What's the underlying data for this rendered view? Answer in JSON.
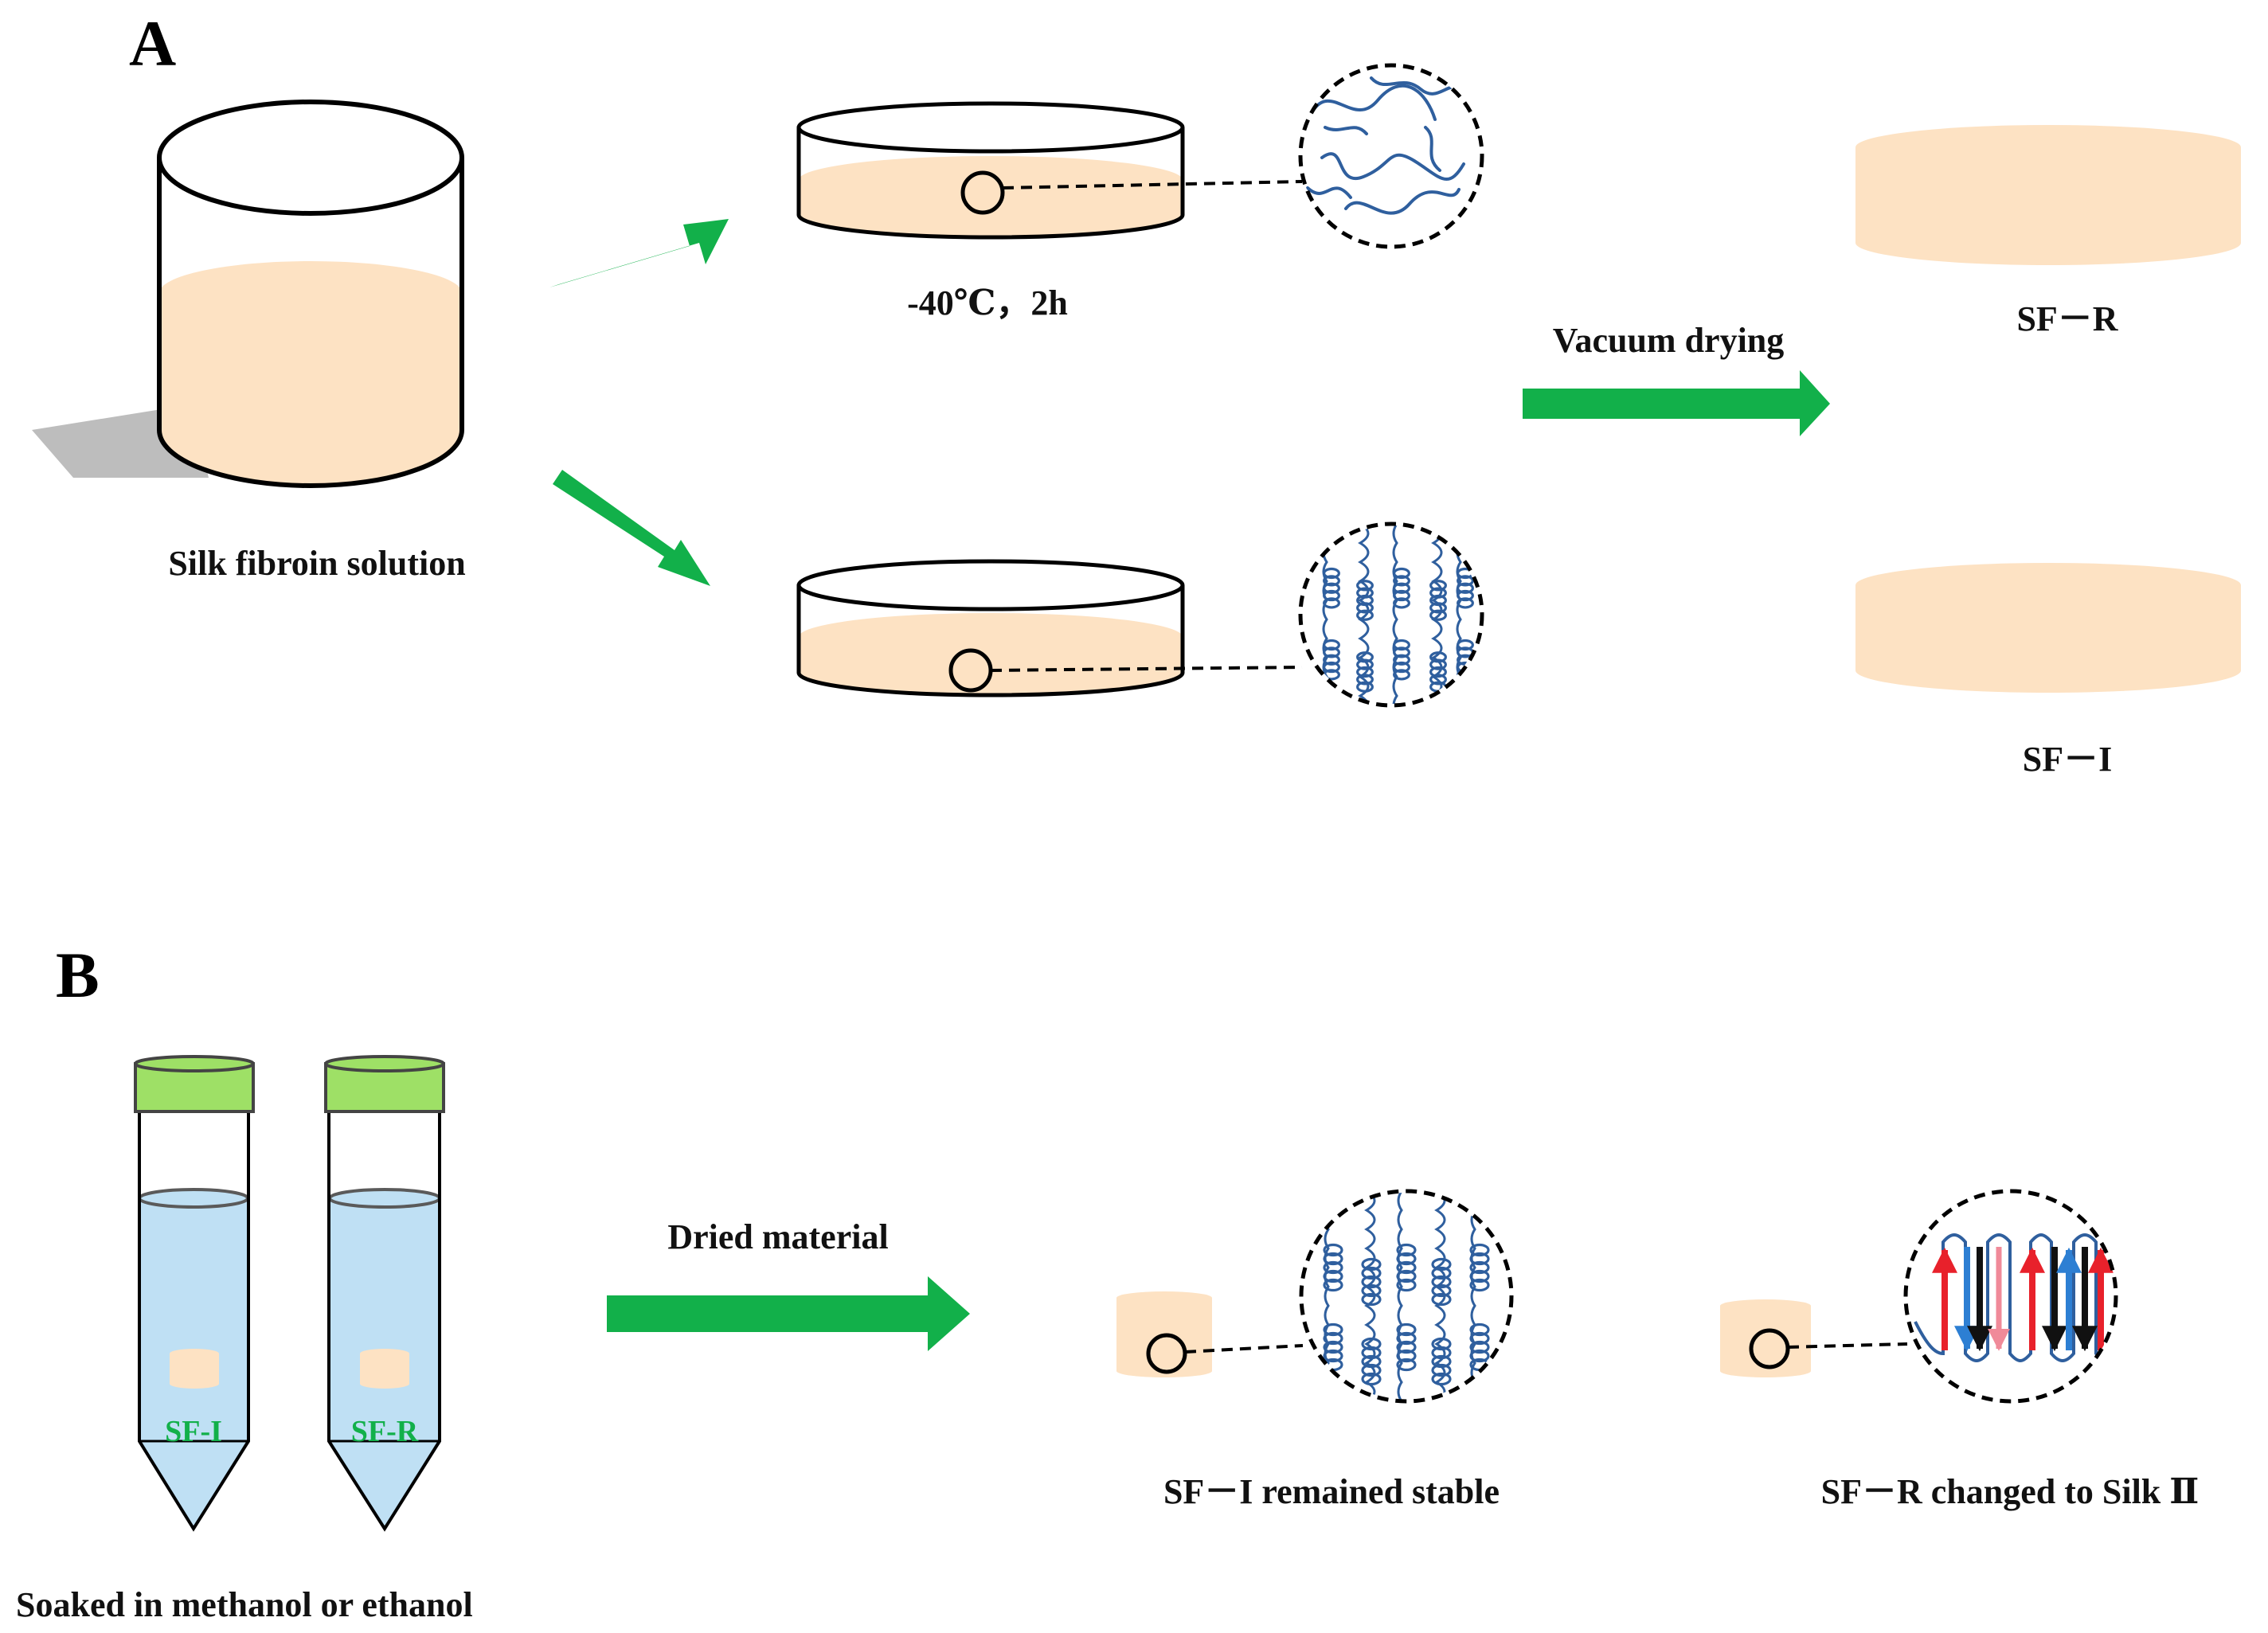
{
  "panels": {
    "a": {
      "letter": "A",
      "solution_label": "Silk fibroin solution",
      "freeze_label": "-40℃，2h",
      "arrow_label": "Vacuum drying",
      "product_top": "SF－R",
      "product_bottom": "SF－I"
    },
    "b": {
      "letter": "B",
      "tube_left_label": "SF-I",
      "tube_right_label": "SF-R",
      "soak_label": "Soaked in methanol or ethanol",
      "arrow_label": "Dried material",
      "result_left": "SF－I remained stable",
      "result_right": "SF－R changed to Silk Ⅱ"
    }
  },
  "colors": {
    "arrow": "#12b04a",
    "solution": "#fde2c3",
    "liquid": "#bfe0f4",
    "cap": "#9ee066",
    "fiber": "#2f5f9e",
    "strand_red": "#e8212b",
    "strand_blue": "#2d7fd3",
    "strand_black": "#111111",
    "strand_pink": "#f08a99"
  }
}
